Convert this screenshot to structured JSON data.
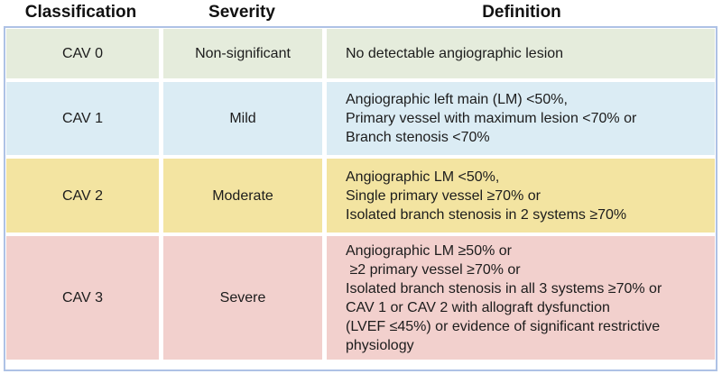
{
  "table": {
    "headers": [
      "Classification",
      "Severity",
      "Definition"
    ],
    "rows": [
      {
        "classification": "CAV 0",
        "severity": "Non-significant",
        "definition": "No detectable angiographic lesion",
        "color": "#e5ecdc"
      },
      {
        "classification": "CAV 1",
        "severity": "Mild",
        "definition": "Angiographic left main (LM) <50%,\nPrimary vessel with maximum lesion <70% or\nBranch stenosis <70%",
        "color": "#dbecf4"
      },
      {
        "classification": "CAV 2",
        "severity": "Moderate",
        "definition": "Angiographic LM <50%,\nSingle primary vessel ≥70% or\nIsolated branch stenosis in 2 systems ≥70%",
        "color": "#f3e4a1"
      },
      {
        "classification": "CAV 3",
        "severity": "Severe",
        "definition": "Angiographic LM ≥50% or\n ≥2 primary vessel ≥70% or\nIsolated branch stenosis in all 3 systems ≥70% or\nCAV 1 or CAV 2 with allograft dysfunction\n(LVEF ≤45%) or evidence of significant restrictive\nphysiology",
        "color": "#f2d0cd"
      }
    ]
  },
  "colors": {
    "border": "#aec2e5",
    "header_text": "#111111",
    "body_text": "#1c1c1c",
    "gutter": "#ffffff"
  }
}
